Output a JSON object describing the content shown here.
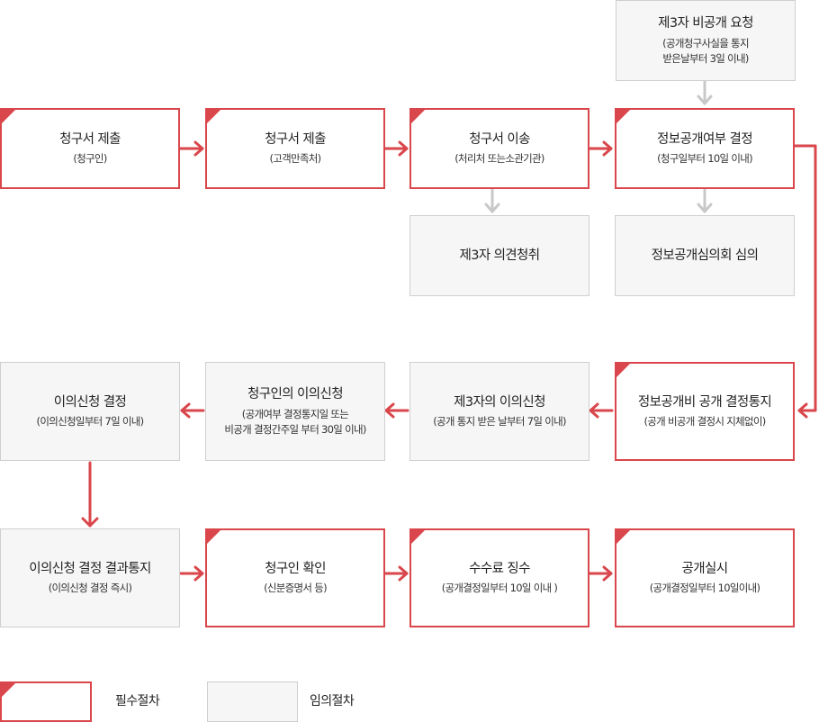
{
  "colors": {
    "required_border": "#d9464b",
    "optional_fill": "#f6f6f6",
    "arrow_red": "#d9464b",
    "arrow_gray": "#c8c8c8"
  },
  "steps": {
    "b1": {
      "title": "청구서 제출",
      "sub": "(청구인)"
    },
    "b2": {
      "title": "청구서 제출",
      "sub": "(고객만족처)"
    },
    "b3": {
      "title": "청구서 이송",
      "sub": "(처리처 또는소관기관)"
    },
    "b4": {
      "title": "정보공개여부 결정",
      "sub": "(청구일부터 10일 이내)"
    },
    "top": {
      "title": "제3자 비공개 요청",
      "sub1": "(공개청구사실을 통지",
      "sub2": "받은날부터 3일 이내)"
    },
    "o1": {
      "title": "제3자 의견청취"
    },
    "o2": {
      "title": "정보공개심의회 심의"
    },
    "r1": {
      "title": "이의신청 결정",
      "sub": "(이의신청일부터 7일 이내)"
    },
    "r2": {
      "title": "청구인의 이의신청",
      "sub1": "(공개여부 결정통지일 또는",
      "sub2": "비공개 결정간주일 부터 30일 이내)"
    },
    "r3": {
      "title": "제3자의 이의신청",
      "sub": "(공개 통지 받은 날부터 7일 이내)"
    },
    "r4": {
      "title": "정보공개비 공개 결정통지",
      "sub": "(공개 비공개 결정시 지체없이)"
    },
    "s1": {
      "title": "이의신청 결정 결과통지",
      "sub": "(이의신청 결정 즉시)"
    },
    "s2": {
      "title": "청구인 확인",
      "sub": "(신분증명서 등)"
    },
    "s3": {
      "title": "수수료 징수",
      "sub": "(공개결정일부터 10일 이내 )"
    },
    "s4": {
      "title": "공개실시",
      "sub": "(공개결정일부터 10일이내)"
    }
  },
  "legend": {
    "required": "필수절차",
    "optional": "임의절차"
  }
}
